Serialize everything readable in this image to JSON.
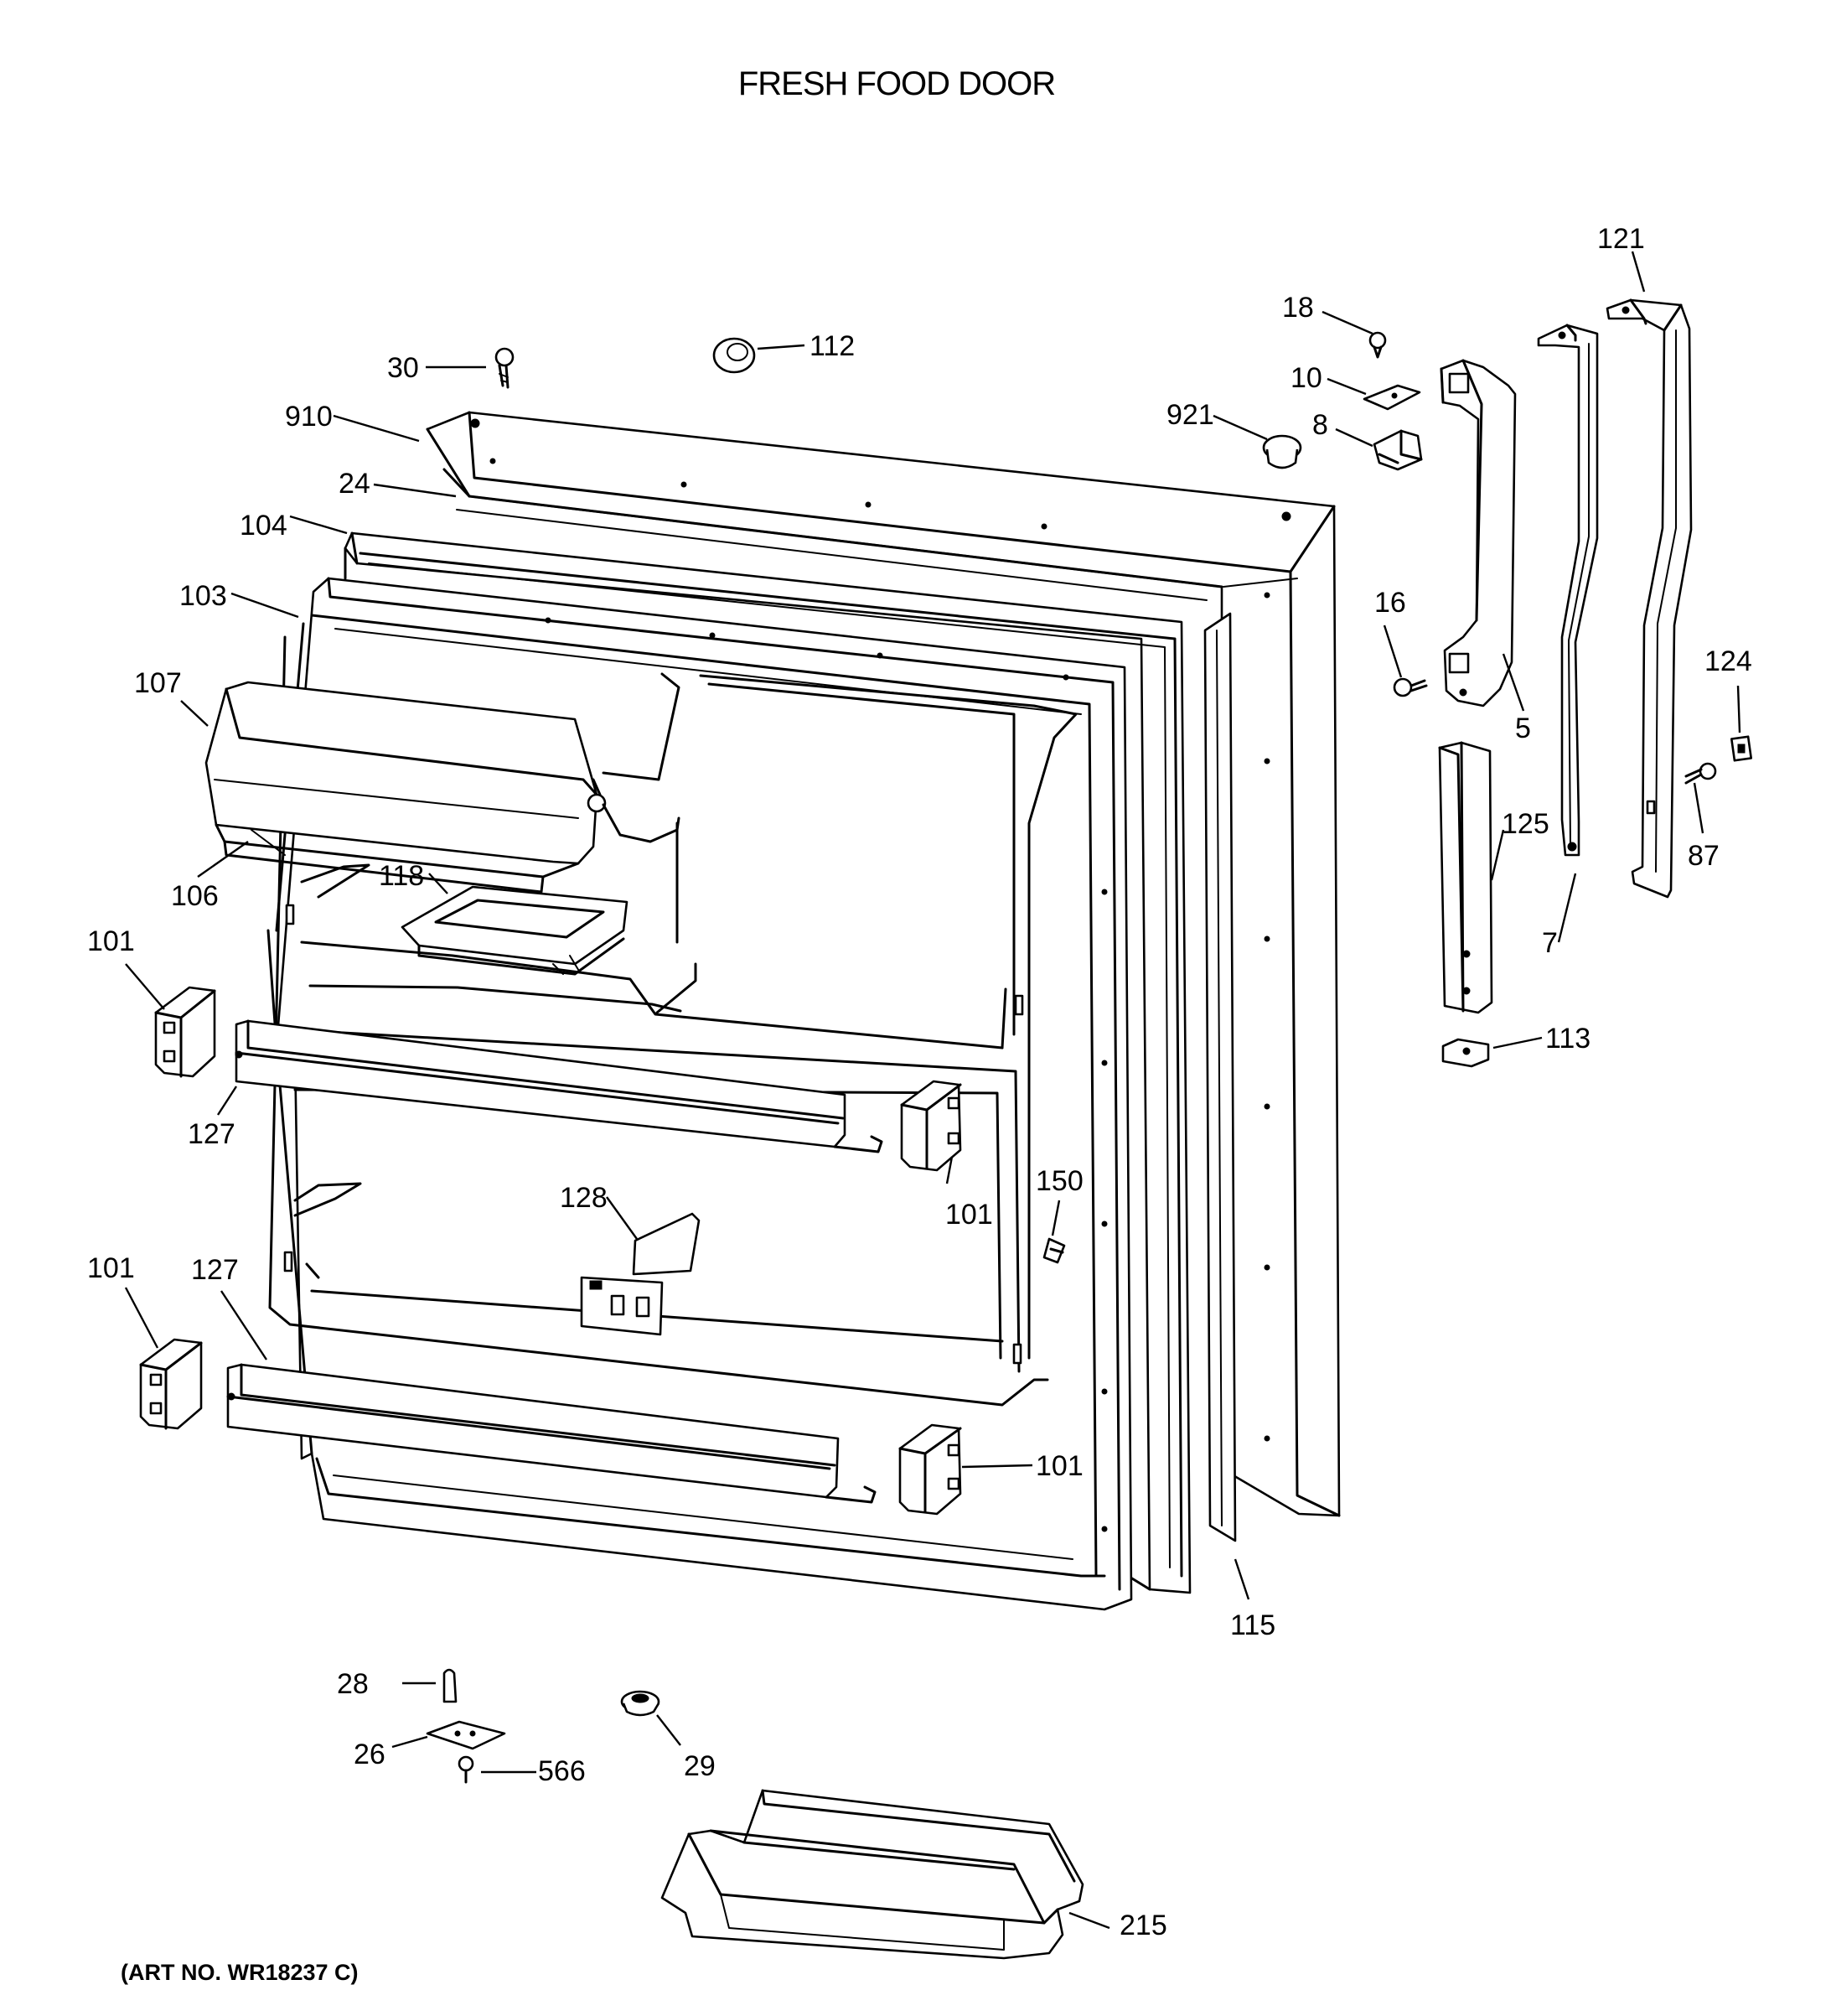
{
  "diagram": {
    "title": "FRESH FOOD DOOR",
    "art_number": "(ART NO. WR18237 C)",
    "callouts": [
      {
        "id": "c-30",
        "label": "30"
      },
      {
        "id": "c-112",
        "label": "112"
      },
      {
        "id": "c-910",
        "label": "910"
      },
      {
        "id": "c-24",
        "label": "24"
      },
      {
        "id": "c-104",
        "label": "104"
      },
      {
        "id": "c-103",
        "label": "103"
      },
      {
        "id": "c-107",
        "label": "107"
      },
      {
        "id": "c-106",
        "label": "106"
      },
      {
        "id": "c-118",
        "label": "118"
      },
      {
        "id": "c-101a",
        "label": "101"
      },
      {
        "id": "c-127a",
        "label": "127"
      },
      {
        "id": "c-101b",
        "label": "101"
      },
      {
        "id": "c-128",
        "label": "128"
      },
      {
        "id": "c-150",
        "label": "150"
      },
      {
        "id": "c-101c",
        "label": "101"
      },
      {
        "id": "c-127b",
        "label": "127"
      },
      {
        "id": "c-101d",
        "label": "101"
      },
      {
        "id": "c-115",
        "label": "115"
      },
      {
        "id": "c-18",
        "label": "18"
      },
      {
        "id": "c-10",
        "label": "10"
      },
      {
        "id": "c-921",
        "label": "921"
      },
      {
        "id": "c-8",
        "label": "8"
      },
      {
        "id": "c-121",
        "label": "121"
      },
      {
        "id": "c-16",
        "label": "16"
      },
      {
        "id": "c-5",
        "label": "5"
      },
      {
        "id": "c-124",
        "label": "124"
      },
      {
        "id": "c-125",
        "label": "125"
      },
      {
        "id": "c-87",
        "label": "87"
      },
      {
        "id": "c-7",
        "label": "7"
      },
      {
        "id": "c-113",
        "label": "113"
      },
      {
        "id": "c-28",
        "label": "28"
      },
      {
        "id": "c-26",
        "label": "26"
      },
      {
        "id": "c-566",
        "label": "566"
      },
      {
        "id": "c-29",
        "label": "29"
      },
      {
        "id": "c-215",
        "label": "215"
      }
    ]
  }
}
